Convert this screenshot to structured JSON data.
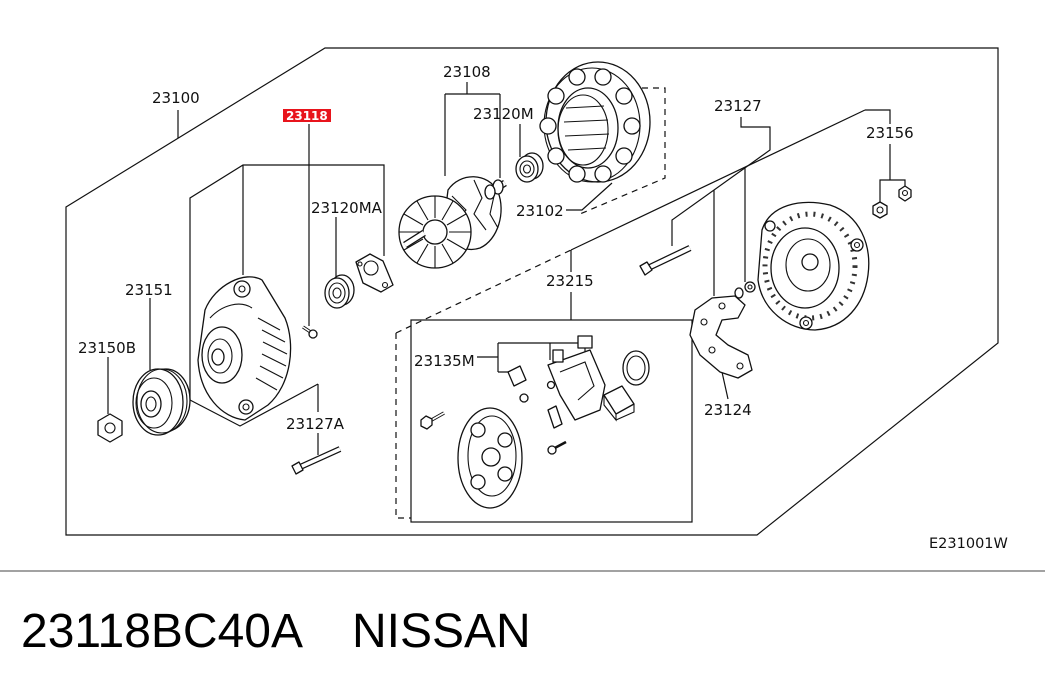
{
  "diagram": {
    "callouts": {
      "n23100": "23100",
      "n23118": "23118",
      "n23108": "23108",
      "n23120M": "23120M",
      "n23127": "23127",
      "n23156": "23156",
      "n23120MA": "23120MA",
      "n23102": "23102",
      "n23151": "23151",
      "n23215": "23215",
      "n23150B": "23150B",
      "n23135M": "23135M",
      "n23124": "23124",
      "n23127A": "23127A"
    },
    "code": "E231001W",
    "highlight_color": "#e8141c"
  },
  "footer": {
    "part_number": "23118BC40A",
    "brand": "NISSAN"
  }
}
